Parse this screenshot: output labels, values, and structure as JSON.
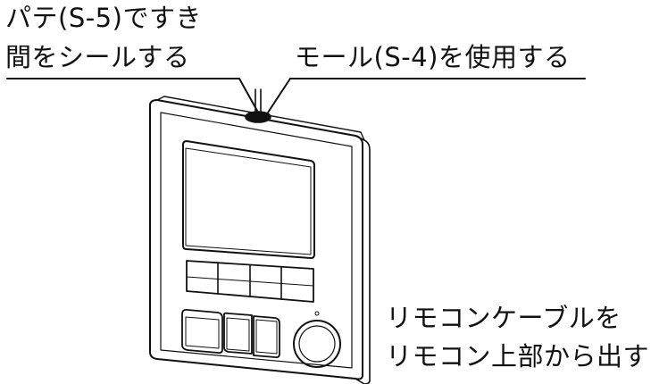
{
  "annotations": {
    "putty_line1": "パテ(S-5)ですき",
    "putty_line2": "間をシールする",
    "mold": "モール(S-4)を使用する",
    "cable_line1": "リモコンケーブルを",
    "cable_line2": "リモコン上部から出す"
  },
  "colors": {
    "stroke": "#111111",
    "background": "#ffffff"
  }
}
